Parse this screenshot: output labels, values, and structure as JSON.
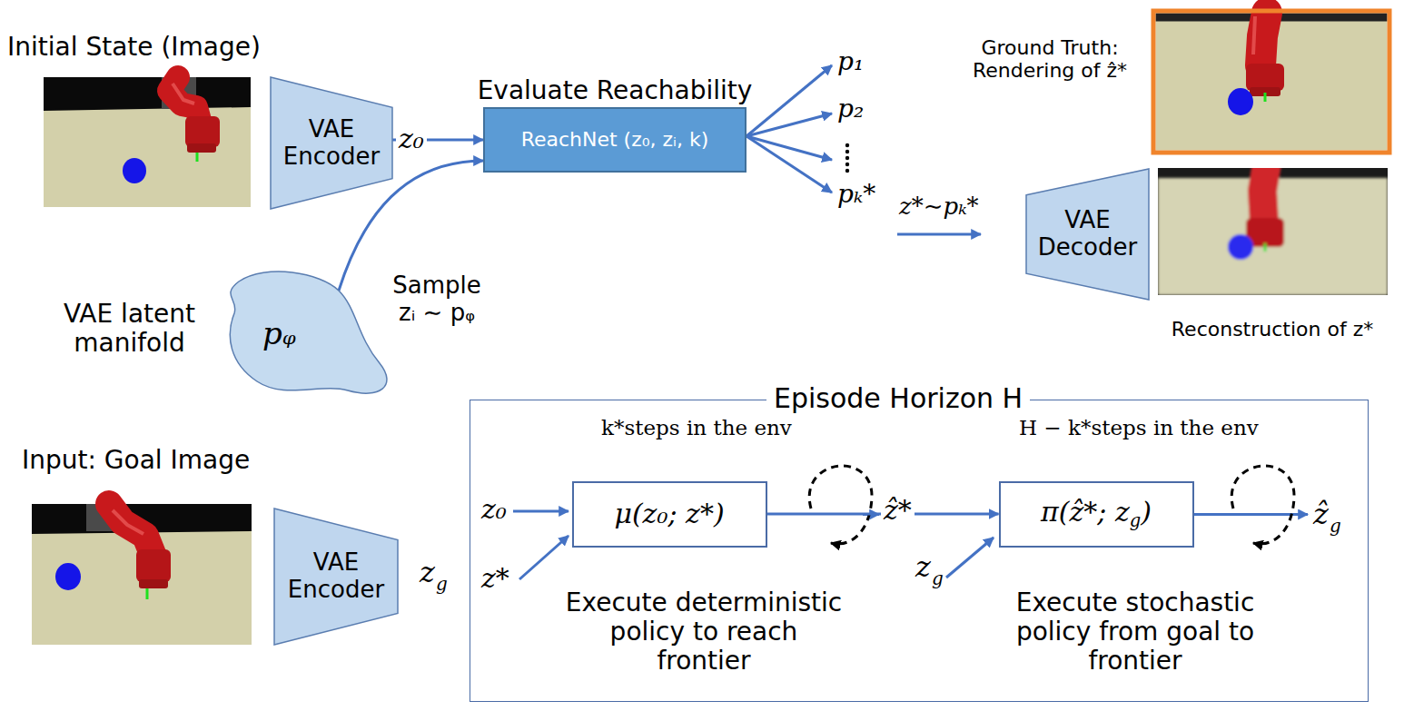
{
  "diagram": {
    "nodes": [
      {
        "text": [
          "VAE Encoder"
        ]
      },
      {
        "text": [
          "Evaluate Reachability",
          "ReachNet (z₀, zᵢ, k)"
        ]
      },
      {
        "text": [
          "VAE Decoder"
        ]
      },
      {
        "text": [
          "VAE latent manifold",
          "pᵩ"
        ]
      },
      {
        "text": [
          "VAE Encoder"
        ]
      },
      {
        "text": [
          "Episode Horizon H"
        ]
      },
      {
        "text": [
          "μ(z₀; z*)"
        ],
        "in": 5
      },
      {
        "text": [
          "π(ẑ*; z",
          "g",
          ")"
        ],
        "in": 5
      }
    ],
    "edges": [
      {
        "from": 0,
        "to": 1,
        "arrow": "to",
        "label": "z₀"
      },
      {
        "from": 3,
        "to": 1,
        "arrow": "to",
        "label": "Sample zᵢ ∼ pᵩ"
      },
      {
        "from": 6,
        "to": 7,
        "arrow": "to",
        "label": "ẑ*"
      }
    ],
    "labels": [
      "Initial State (Image)",
      "p₁",
      "p₂",
      "pₖ*",
      "z*∼pₖ*",
      "Ground Truth: Rendering of ẑ*",
      "Reconstruction of z*",
      "Input: Goal Image",
      "z",
      "g",
      "k*steps in the env",
      "H − k*steps in the env",
      "z₀",
      "z*",
      "z",
      "g",
      "ẑ",
      "g",
      "Execute deterministic policy to reach frontier",
      "Execute stochastic policy from goal to frontier"
    ]
  }
}
